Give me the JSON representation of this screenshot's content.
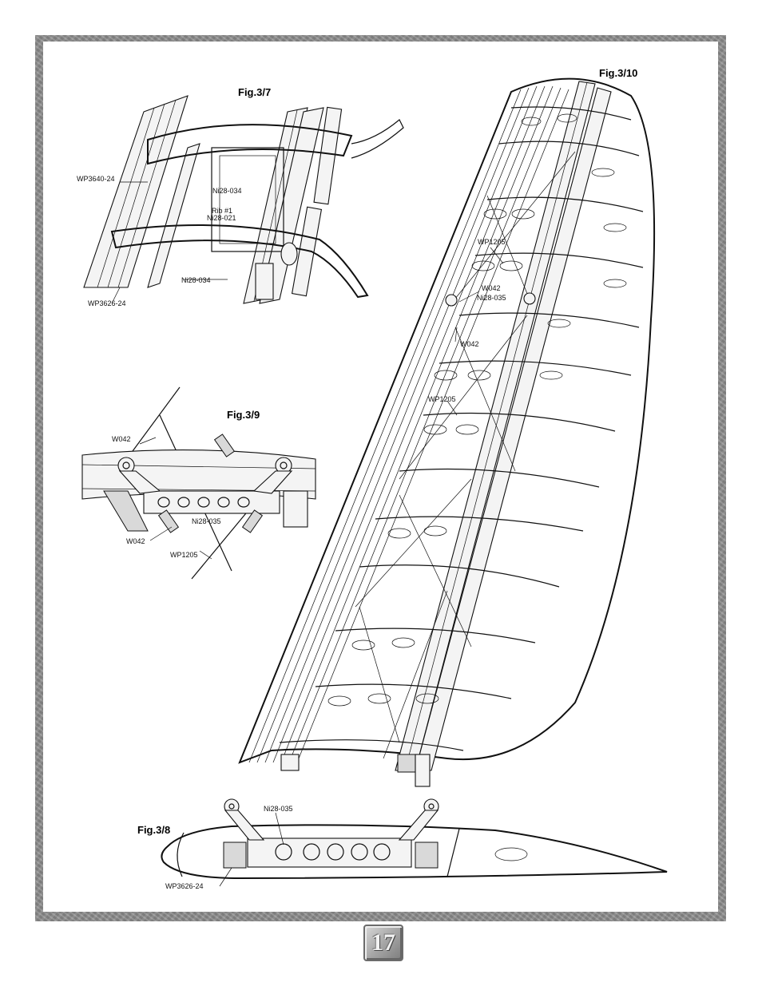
{
  "figures": {
    "fig_3_7": {
      "title": "Fig.3/7",
      "labels": {
        "wp3640": "WP3640-24",
        "ni28_034_top": "Ni28-034",
        "rib1": "Rib #1",
        "ni28_021": "Ni28-021",
        "ni28_034_bottom": "Ni28-034",
        "wp3626": "WP3626-24"
      }
    },
    "fig_3_9": {
      "title": "Fig.3/9",
      "labels": {
        "w042_top": "W042",
        "ni28_035": "Ni28-035",
        "w042_bottom": "W042",
        "wp1205": "WP1205"
      }
    },
    "fig_3_10": {
      "title": "Fig.3/10",
      "labels": {
        "wp1205_top": "WP1205",
        "w042_a": "W042",
        "ni28_035": "Ni28-035",
        "w042_b": "W042",
        "wp1205_mid": "WP1205"
      }
    },
    "fig_3_8": {
      "title": "Fig.3/8",
      "labels": {
        "ni28_035": "Ni28-035",
        "wp3626": "WP3626-24"
      }
    }
  },
  "page_number": "17"
}
